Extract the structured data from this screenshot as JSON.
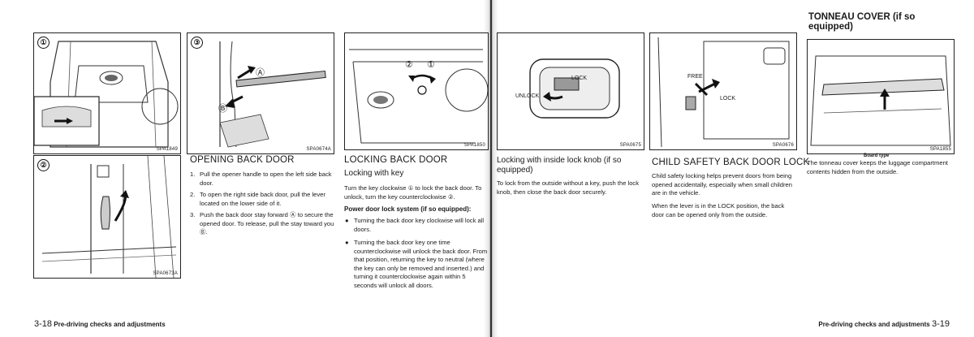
{
  "figures": {
    "fig1": {
      "num": "①",
      "code": "SPA1849"
    },
    "fig2": {
      "num": "②",
      "code": "SPA0673A"
    },
    "fig3": {
      "num": "③",
      "code": "SPA0674A",
      "labels": {
        "a": "Ⓐ",
        "b": "Ⓑ"
      }
    },
    "fig4": {
      "code": "SPA1850",
      "labels": {
        "k2": "②",
        "k1": "①"
      }
    },
    "fig5": {
      "code": "SPA0675",
      "labels": {
        "lock": "LOCK",
        "unlock": "UNLOCK"
      }
    },
    "fig6": {
      "code": "SPA0676",
      "labels": {
        "free": "FREE",
        "lock": "LOCK"
      }
    },
    "fig7": {
      "code": "SPA1855",
      "caption": "Board type"
    }
  },
  "opening_back_door": {
    "heading": "OPENING BACK DOOR",
    "steps": [
      {
        "n": "1.",
        "text": "Pull the opener handle to open the left side back door."
      },
      {
        "n": "2.",
        "text": "To open the right side back door, pull the lever located on the lower side of it."
      },
      {
        "n": "3.",
        "text": "Push the back door stay forward Ⓐ to secure the opened door. To release, pull the stay toward you Ⓑ."
      }
    ]
  },
  "locking_back_door": {
    "heading": "LOCKING BACK DOOR",
    "sub": "Locking with key",
    "text": "Turn the key clockwise ① to lock the back door. To unlock, turn the key counterclockwise ②.",
    "power_heading": "Power door lock system (if so equipped):",
    "bullets": [
      "Turning the back door key clockwise will lock all doors.",
      "Turning the back door key one time counterclockwise will unlock the back door. From that position, returning the key to neutral (where the key can only be removed and inserted.) and turning it counterclockwise again within 5 seconds will unlock all doors."
    ]
  },
  "inside_lock": {
    "heading": "Locking with inside lock knob (if so equipped)",
    "text": "To lock from the outside without a key, push the lock knob, then close the back door securely."
  },
  "child_safety": {
    "heading": "CHILD SAFETY BACK DOOR LOCK",
    "text1": "Child safety locking helps prevent doors from being opened accidentally, especially when small children are in the vehicle.",
    "text2": "When the lever is in the LOCK position, the back door can be opened only from the outside."
  },
  "tonneau": {
    "heading": "TONNEAU COVER (if so equipped)",
    "text": "The tonneau cover keeps the luggage compartment contents hidden from the outside."
  },
  "footer_left": {
    "page": "3-18",
    "title": "Pre-driving checks and adjustments"
  },
  "footer_right": {
    "page": "3-19",
    "title": "Pre-driving checks and adjustments"
  }
}
